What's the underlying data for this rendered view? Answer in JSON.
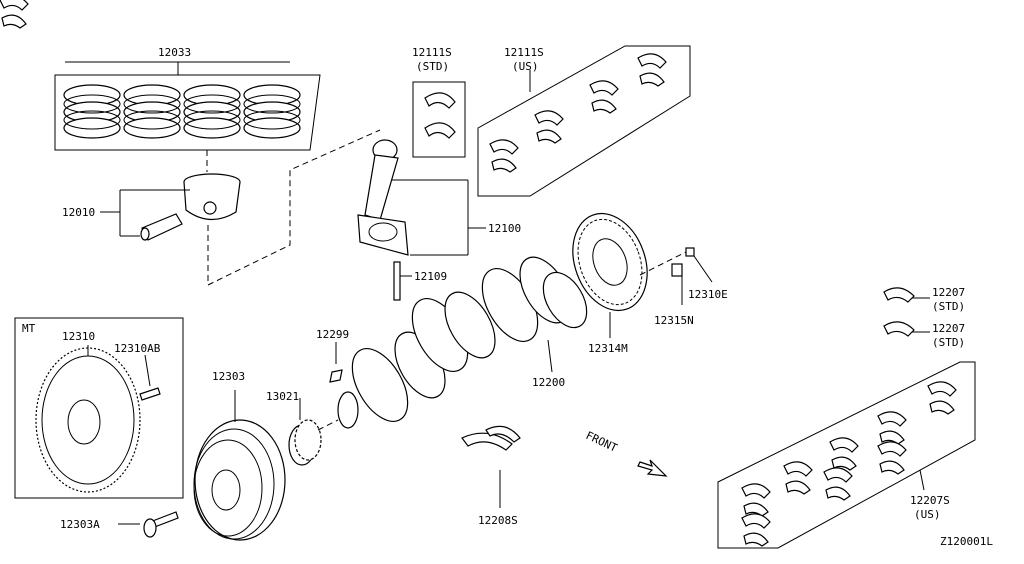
{
  "diagram_id": "Z120001L",
  "front_label": "FRONT",
  "mt_label": "MT",
  "parts": {
    "piston_rings": "12033",
    "piston": "12010",
    "conrod_bearing_std": "12111S",
    "conrod_bearing_std_note": "(STD)",
    "conrod_bearing_us": "12111S",
    "conrod_bearing_us_note": "(US)",
    "connecting_rod": "12100",
    "conrod_bolt": "12109",
    "flywheel": "12310",
    "flywheel_bolt": "12310AB",
    "pulley": "12303",
    "pulley_bolt": "12303A",
    "sprocket": "13021",
    "key": "12299",
    "crankshaft": "12200",
    "thrust_washer": "12208S",
    "signal_plate": "12314M",
    "plate_bolt": "12315N",
    "plate_pin": "12310E",
    "main_bearing_1": "12207",
    "main_bearing_1_note": "(STD)",
    "main_bearing_2": "12207",
    "main_bearing_2_note": "(STD)",
    "main_bearing_us": "12207S",
    "main_bearing_us_note": "(US)"
  }
}
